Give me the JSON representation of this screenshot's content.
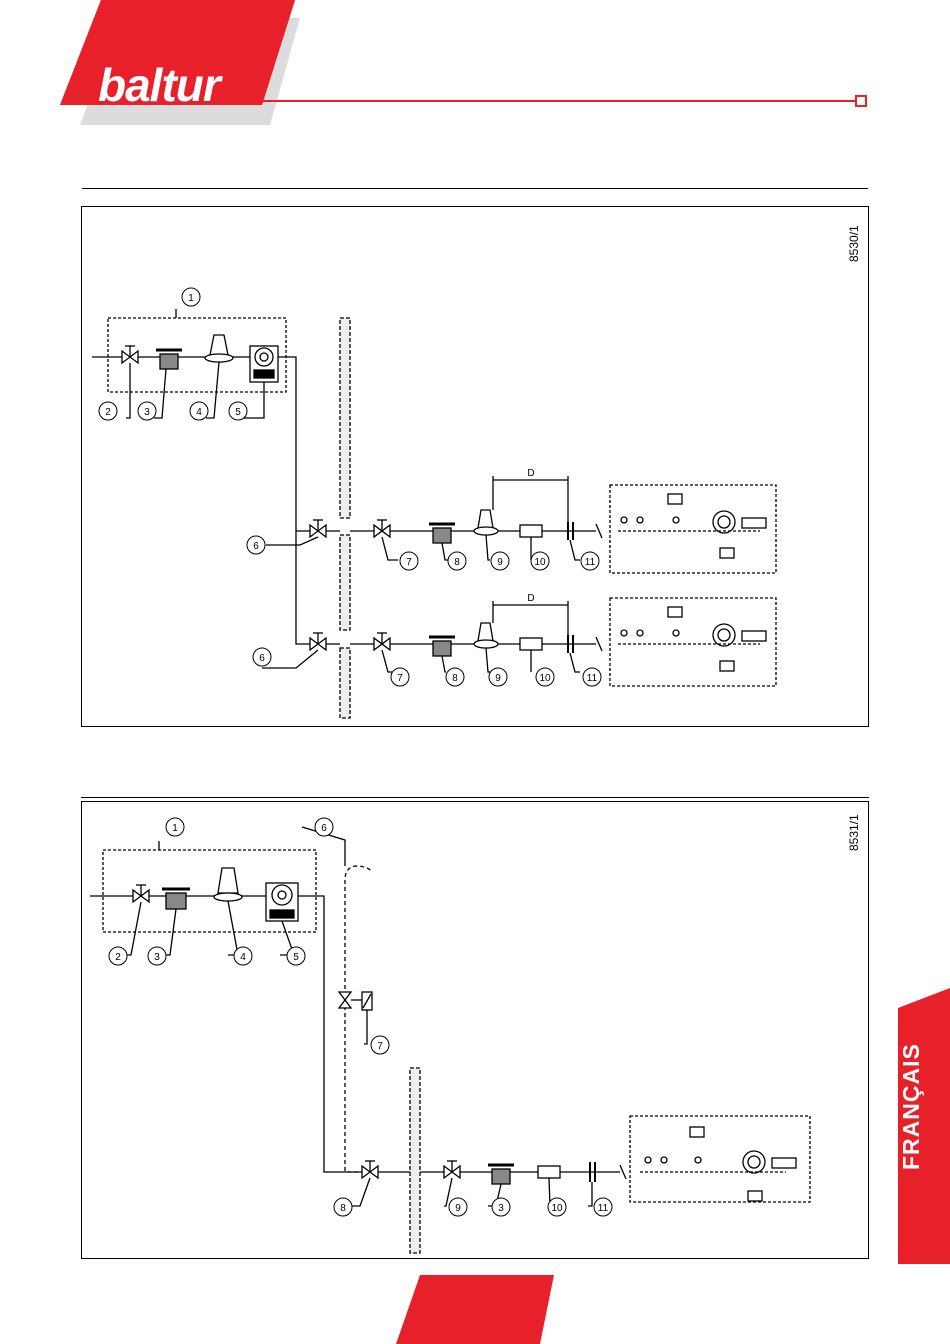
{
  "brand": {
    "name": "baltur",
    "color": "#e8202a"
  },
  "language_tab": "FRANÇAIS",
  "diagram1": {
    "code": "8530/1",
    "labels": [
      "1",
      "2",
      "3",
      "4",
      "5",
      "6",
      "6",
      "7",
      "7",
      "8",
      "8",
      "9",
      "9",
      "10",
      "10",
      "11",
      "11"
    ],
    "distance_label": "D"
  },
  "diagram2": {
    "code": "8531/1",
    "labels": [
      "1",
      "2",
      "3",
      "4",
      "5",
      "6",
      "7",
      "8",
      "9",
      "3",
      "10",
      "11"
    ]
  }
}
